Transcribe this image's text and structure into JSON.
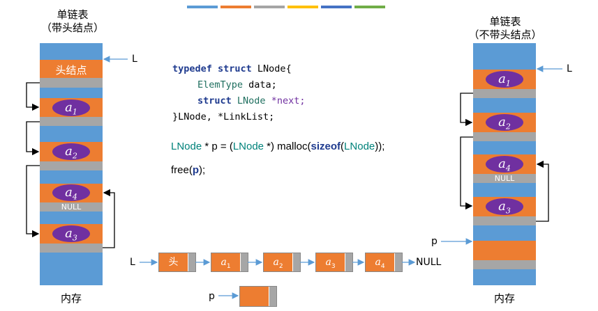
{
  "top_bars": [
    "#5b9bd5",
    "#ed7d31",
    "#a5a5a5",
    "#ffc000",
    "#4472c4",
    "#70ad47"
  ],
  "left_memory": {
    "title_line1": "单链表",
    "title_line2": "（带头结点）",
    "pointer_label": "L",
    "head_label": "头结点",
    "nodes": [
      {
        "name": "a",
        "sub": "1"
      },
      {
        "name": "a",
        "sub": "2"
      },
      {
        "name": "a",
        "sub": "4",
        "null": "NULL"
      },
      {
        "name": "a",
        "sub": "3"
      }
    ],
    "footer": "内存"
  },
  "right_memory": {
    "title_line1": "单链表",
    "title_line2": "（不带头结点）",
    "pointer_label": "L",
    "p_label": "p",
    "nodes": [
      {
        "name": "a",
        "sub": "1"
      },
      {
        "name": "a",
        "sub": "2"
      },
      {
        "name": "a",
        "sub": "4",
        "null": "NULL"
      },
      {
        "name": "a",
        "sub": "3"
      }
    ],
    "footer": "内存"
  },
  "code": {
    "line1_kw": "typedef struct",
    "line1_name": " LNode{",
    "line2_type": "ElemType",
    "line2_var": " data;",
    "line3_kw": "struct",
    "line3_type": " LNode",
    "line3_var": " *next;",
    "line4": "}LNode, *LinkList;"
  },
  "malloc_stmt": {
    "t1": "LNode",
    "t2": " * p = (",
    "t3": "LNode",
    "t4": " *) malloc(",
    "t5": "sizeof",
    "t6": "(",
    "t7": "LNode",
    "t8": "));"
  },
  "free_stmt": {
    "t1": "free(",
    "t2": "p",
    "t3": ");"
  },
  "linked_list": {
    "head_pointer": "L",
    "head_node": "头",
    "nodes": [
      {
        "name": "a",
        "sub": "1"
      },
      {
        "name": "a",
        "sub": "2"
      },
      {
        "name": "a",
        "sub": "3"
      },
      {
        "name": "a",
        "sub": "4"
      }
    ],
    "tail": "NULL",
    "new_pointer": "p"
  }
}
